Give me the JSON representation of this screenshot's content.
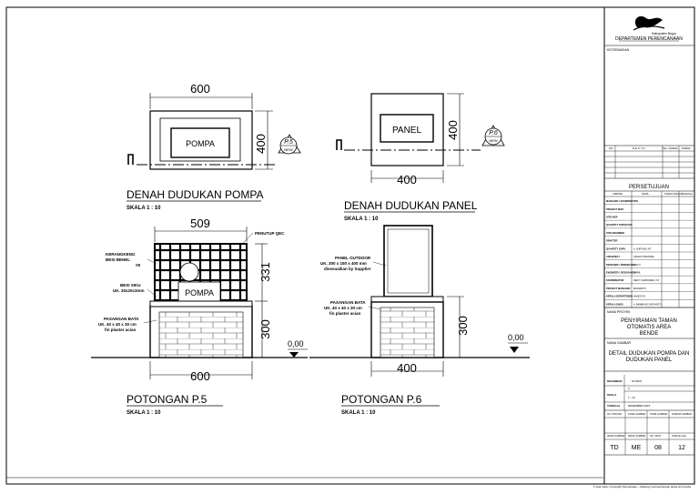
{
  "drawing": {
    "denah_pompa": {
      "dim_width": "600",
      "dim_height": "400",
      "label": "POMPA",
      "title": "DENAH DUDUKAN POMPA",
      "scale": "SKALA  1 : 10",
      "section_mark": "P.5",
      "section_sub": "NEW"
    },
    "denah_panel": {
      "dim_width": "400",
      "dim_height": "400",
      "label": "PANEL",
      "title": "DENAH DUDUKAN PANEL",
      "scale": "SKALA  1 : 10",
      "section_mark": "P.6",
      "section_sub": "NEW"
    },
    "potongan_p5": {
      "dim_top": "509",
      "dim_bottom": "600",
      "dim_upper": "331",
      "dim_lower": "300",
      "label": "POMPA",
      "elevation": "0,00",
      "title": "POTONGAN P.5",
      "scale": "SKALA  1 : 10",
      "notes": {
        "penutup": "PENUTUP QEC",
        "kerangkeng_1": "KERANGKENG",
        "kerangkeng_2": "BESI BEHEL",
        "kerangkeng_3": "#8",
        "besi_siku_1": "BESI SIKU",
        "besi_siku_2": "UK. 20x20x3mm",
        "pasangan_1": "PASANGAN BATA",
        "pasangan_2": "UK. 40 x 40 x 30 cm",
        "pasangan_3": "fin plaster acian"
      }
    },
    "potongan_p6": {
      "dim_bottom": "400",
      "dim_lower": "300",
      "elevation": "0,00",
      "title": "POTONGAN P.6",
      "scale": "SKALA  1 : 10",
      "notes": {
        "panel_1": "PANEL OUTDOOR",
        "panel_2": "UK. 300 x 150 x 400 mm",
        "panel_3": "disesuaikan by Supplier",
        "pasangan_1": "PASANGAN BATA",
        "pasangan_2": "UK. 40 x 40 x 30 cm",
        "pasangan_3": "fin plaster acian"
      }
    }
  },
  "titleblock": {
    "logo_sub": "Kabupaten Bogor",
    "department": "DEPARTEMEN PERENCANAAN",
    "keterangan_label": "KETERANGAN",
    "revision_headers": [
      "NO",
      "R E V I S I",
      "TGL / PARAF",
      "PARAF"
    ],
    "persetujuan_title": "PERSETUJUAN",
    "persetujuan_headers": [
      "JABATAN",
      "NAMA",
      "TANDA TANGAN",
      "TANGGAL"
    ],
    "persetujuan_rows": [
      {
        "role": "MANAGER / KOORDINATOR",
        "name": ""
      },
      {
        "role": "PROJECT MGR",
        "name": ""
      },
      {
        "role": "SITE MGR",
        "name": ""
      },
      {
        "role": "QUANTITY SURVEYOR",
        "name": ""
      },
      {
        "role": "SITE ENGINEER",
        "name": ""
      },
      {
        "role": "DRAFTER",
        "name": ""
      },
      {
        "role": "QUANTITY SURV.",
        "name": "Ir. SURYADI, MT"
      },
      {
        "role": "ARCHITECT",
        "name": "ANGGIT PRATAMA"
      },
      {
        "role": "DESIGNER / PERENCANA",
        "name": "SAKTI"
      },
      {
        "role": "ENGINEER / DESIGN MGR",
        "name": "AMRIL"
      },
      {
        "role": "KOORDINATOR",
        "name": "DEDY KURNIAWAN, ST"
      },
      {
        "role": "PROJECT MANAGER",
        "name": "MARIANTO"
      },
      {
        "role": "KEPALA DEPARTEMEN",
        "name": "HANDOYO"
      },
      {
        "role": "KEPALA DIVISI",
        "name": "Ir. BAMBANG SURYANTO"
      }
    ],
    "proyek_label": "NAMA PROYEK",
    "proyek_name": "PENYIRAMAN TAMAN OTOMATIS AREA BENDE",
    "gambar_label": "NAMA GAMBAR",
    "gambar_name": "DETAIL DUDUKAN POMPA DAN DUDUKAN PANEL",
    "info_rows": [
      {
        "label": "DIGAMBAR",
        "value": "STUDIO"
      },
      {
        "label": "",
        "value": "A"
      },
      {
        "label": "SKALA",
        "value": "1 : 10"
      },
      {
        "label": "TANGGAL",
        "value": "DESEMBER 2015"
      }
    ],
    "code_headers": [
      "NO. PROYEK",
      "KODE GAMBAR",
      "KODE GAMBAR",
      "NOMOR GAMBAR"
    ],
    "code_headers2": [
      "JENIS GAMBAR",
      "JENIS GAMBAR",
      "NO. URUT",
      "JUMLAH HAL"
    ],
    "codes": [
      "TD",
      "ME",
      "08",
      "12"
    ],
    "footer_note": "© Hak cipta / Copyright Perusahaan – Dilarang memperbanyak tanpa izin tertulis"
  }
}
